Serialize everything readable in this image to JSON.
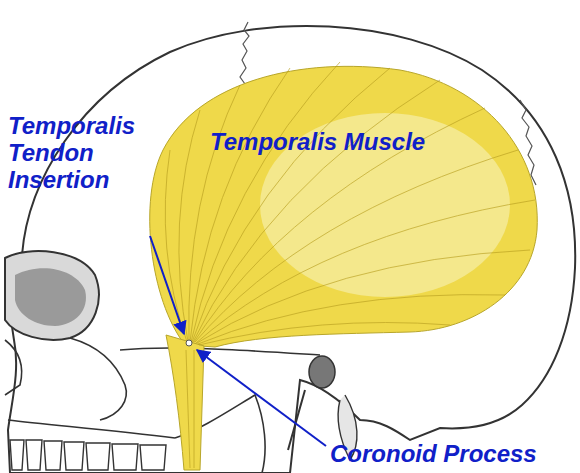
{
  "diagram": {
    "labels": [
      "Temporalis Tendon Insertion",
      "Temporalis Muscle",
      "Coronoid Process"
    ]
  }
}
